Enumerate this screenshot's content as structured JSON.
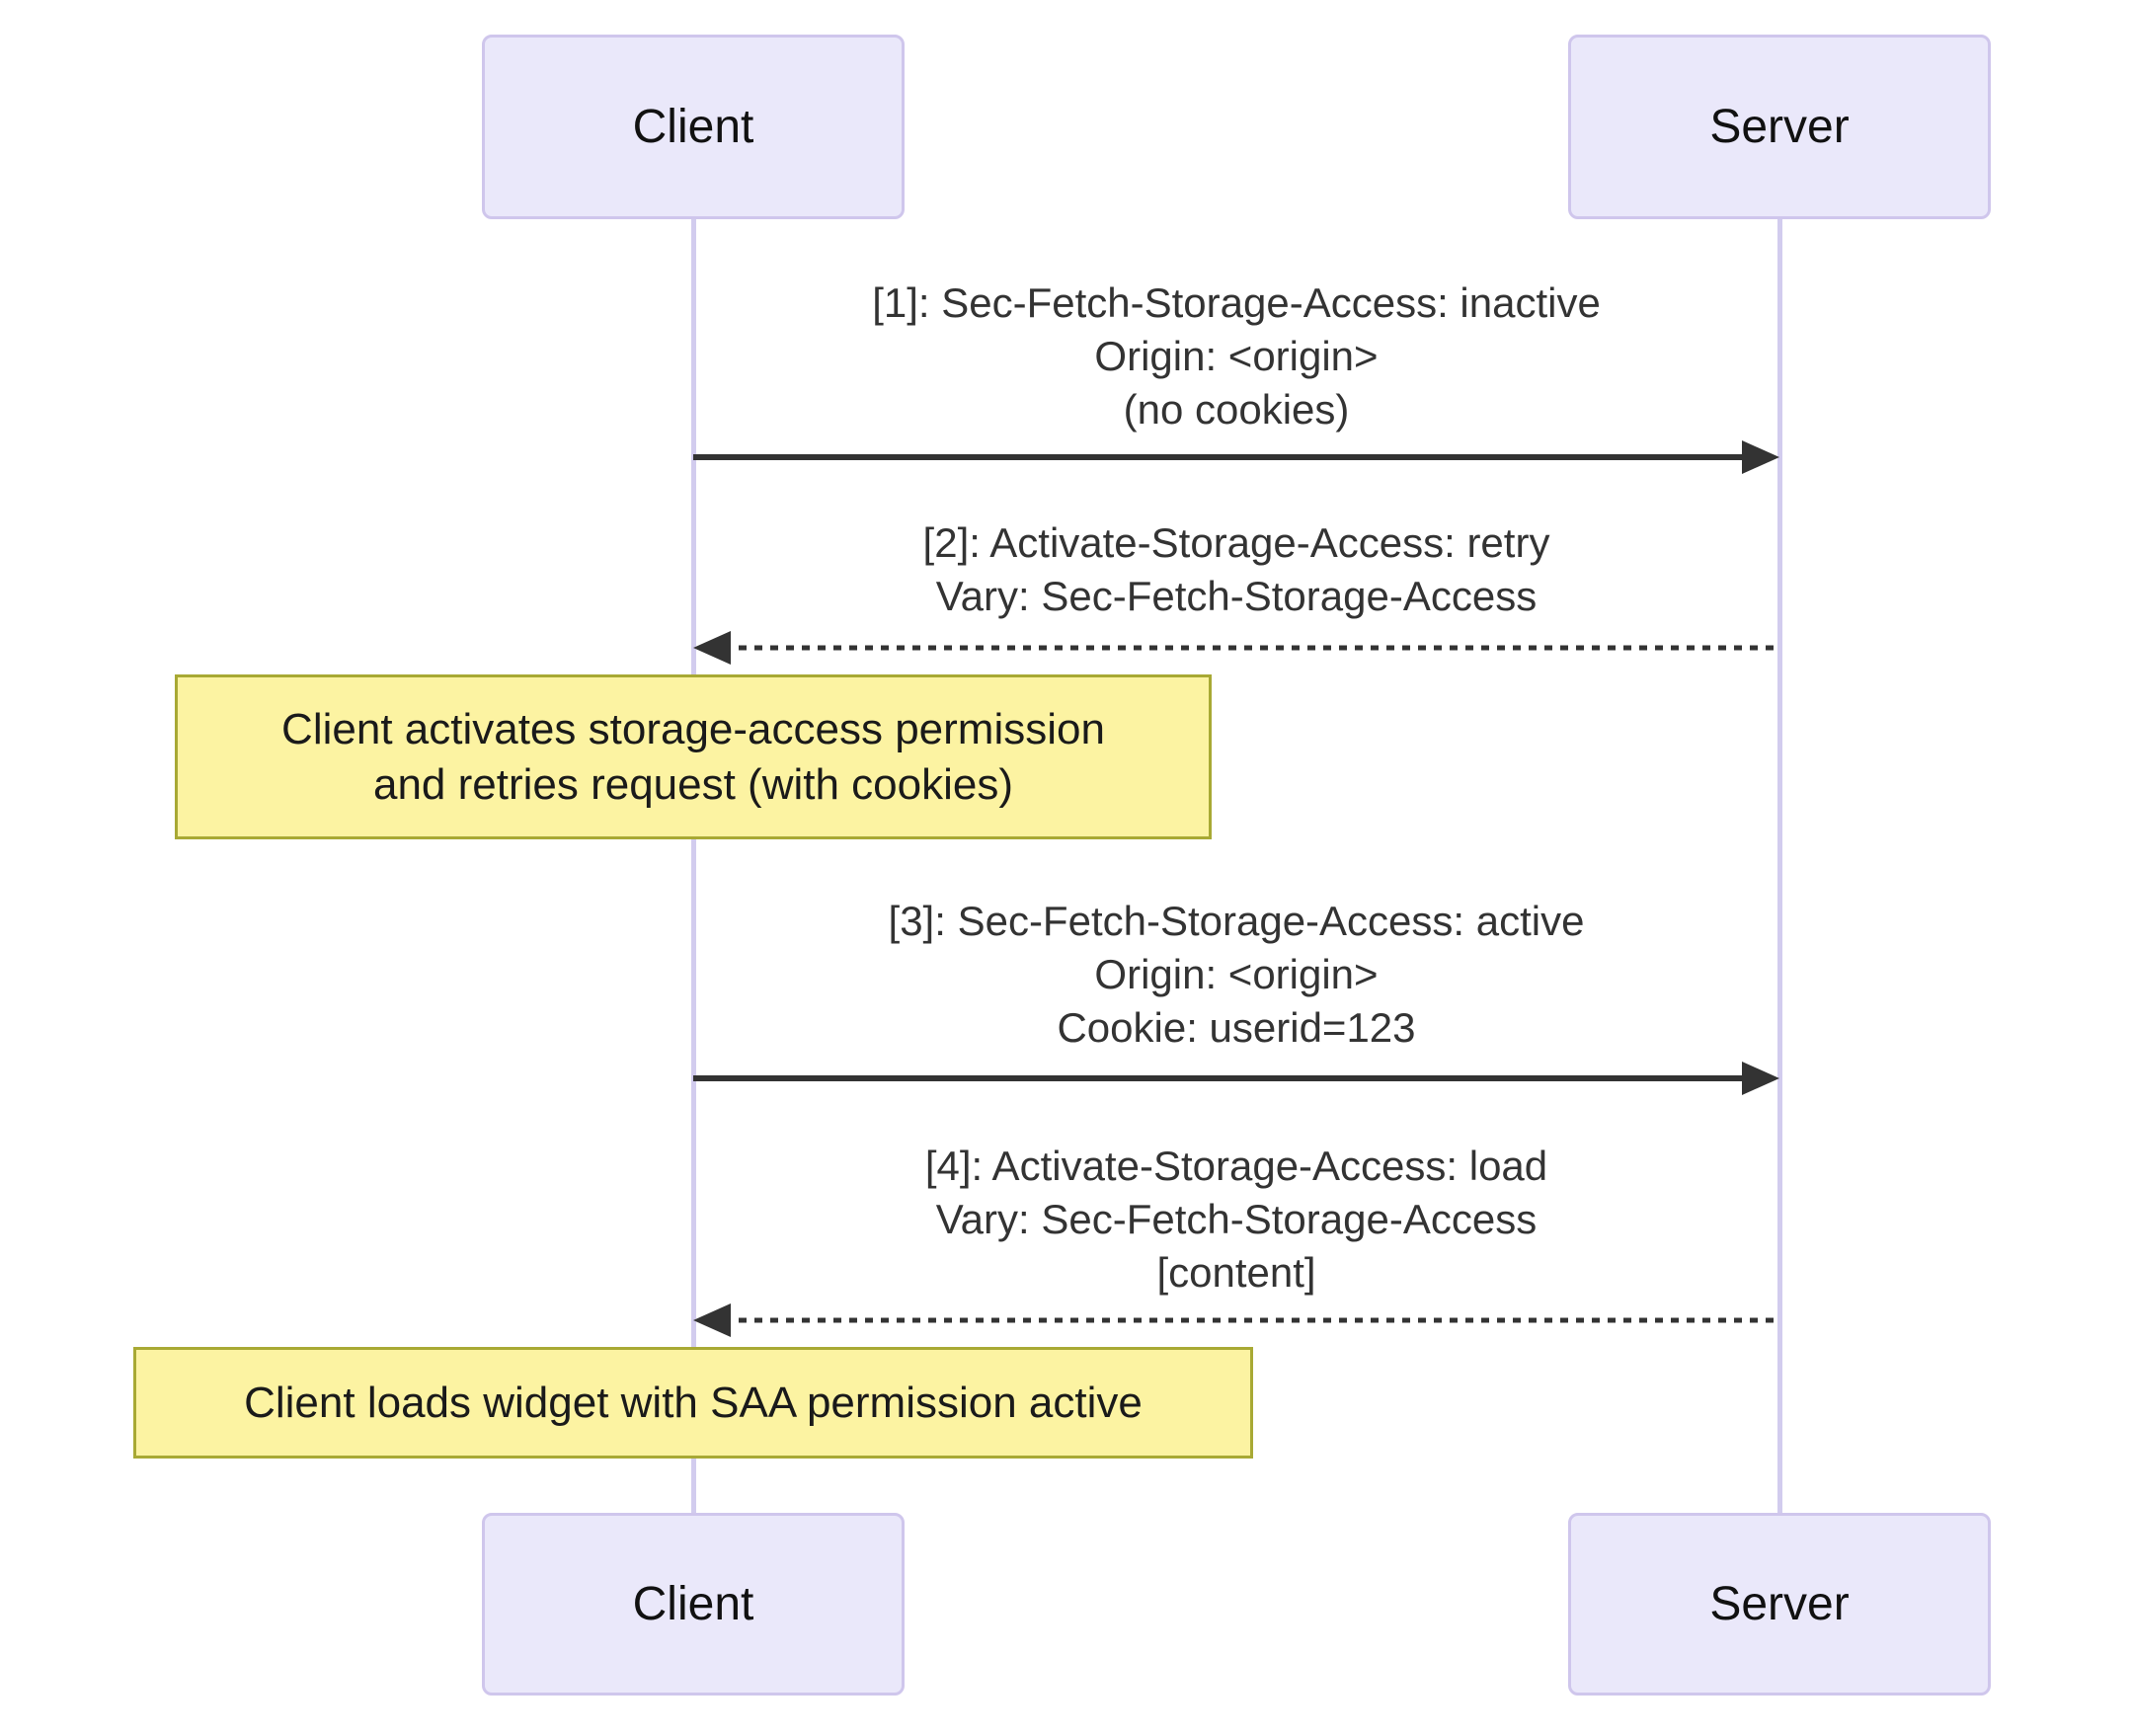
{
  "theme": {
    "background": "#ffffff",
    "actor_fill": "#eae8fa",
    "actor_border": "#cfc6ec",
    "lifeline_color": "#d2ccee",
    "note_fill": "#fcf3a2",
    "note_border": "#a8a934",
    "arrow_color": "#333333",
    "message_text_color": "#333333",
    "actor_text_color": "#111111",
    "note_text_color": "#1a1a1a"
  },
  "diagram": {
    "type": "sequence",
    "actors": [
      {
        "id": "client",
        "label": "Client"
      },
      {
        "id": "server",
        "label": "Server"
      }
    ],
    "messages": [
      {
        "id": 1,
        "from": "Client",
        "to": "Server",
        "arrow": "solid-right",
        "lines": [
          "[1]: Sec-Fetch-Storage-Access: inactive",
          "Origin: <origin>",
          "(no cookies)"
        ]
      },
      {
        "id": 2,
        "from": "Server",
        "to": "Client",
        "arrow": "dotted-left",
        "lines": [
          "[2]: Activate-Storage-Access: retry",
          "Vary: Sec-Fetch-Storage-Access"
        ]
      },
      {
        "id": 3,
        "from": "Client",
        "to": "Server",
        "arrow": "solid-right",
        "lines": [
          "[3]: Sec-Fetch-Storage-Access: active",
          "Origin: <origin>",
          "Cookie: userid=123"
        ]
      },
      {
        "id": 4,
        "from": "Server",
        "to": "Client",
        "arrow": "dotted-left",
        "lines": [
          "[4]: Activate-Storage-Access: load",
          "Vary: Sec-Fetch-Storage-Access",
          "[content]"
        ]
      }
    ],
    "notes": [
      {
        "id": 1,
        "over": "Client",
        "lines": [
          "Client activates storage-access permission",
          "and retries request (with cookies)"
        ]
      },
      {
        "id": 2,
        "over": "Client",
        "lines": [
          "Client loads widget with SAA permission active"
        ]
      }
    ]
  }
}
